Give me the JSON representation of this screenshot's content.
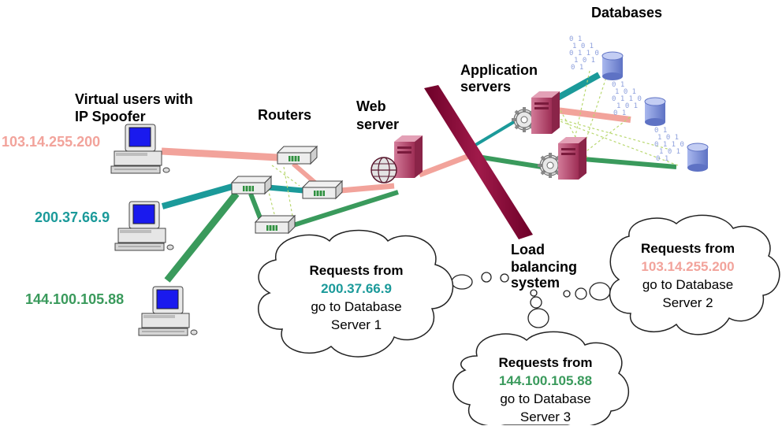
{
  "labels": {
    "databases": "Databases",
    "app_servers_line1": "Application",
    "app_servers_line2": "servers",
    "virtual_users_line1": "Virtual users with",
    "virtual_users_line2": "IP Spoofer",
    "routers": "Routers",
    "web_server_line1": "Web",
    "web_server_line2": "server",
    "load_balancing_line1": "Load",
    "load_balancing_line2": "balancing",
    "load_balancing_line3": "system"
  },
  "clients": [
    {
      "ip": "103.14.255.200",
      "color": "#f2a39b"
    },
    {
      "ip": "200.37.66.9",
      "color": "#1b9a9a"
    },
    {
      "ip": "144.100.105.88",
      "color": "#3a9a5c"
    }
  ],
  "clouds": [
    {
      "heading": "Requests from",
      "ip": "200.37.66.9",
      "ip_color": "#1b9a9a",
      "line3": "go to Database",
      "line4": "Server 1"
    },
    {
      "heading": "Requests from",
      "ip": "103.14.255.200",
      "ip_color": "#f2a39b",
      "line3": "go to Database",
      "line4": "Server 2"
    },
    {
      "heading": "Requests from",
      "ip": "144.100.105.88",
      "ip_color": "#3a9a5c",
      "line3": "go to Database",
      "line4": "Server 3"
    }
  ],
  "colors": {
    "salmon": "#f2a39b",
    "teal": "#1b9a9a",
    "green": "#3a9a5c",
    "barrier": "#8b0a3a",
    "server": "#b5476b",
    "database": "#7b8fd6"
  },
  "icons": [
    "desktop-computer-icon",
    "router-icon",
    "server-tower-icon",
    "gear-icon",
    "globe-icon",
    "database-cylinder-icon",
    "binary-digits-icon"
  ]
}
